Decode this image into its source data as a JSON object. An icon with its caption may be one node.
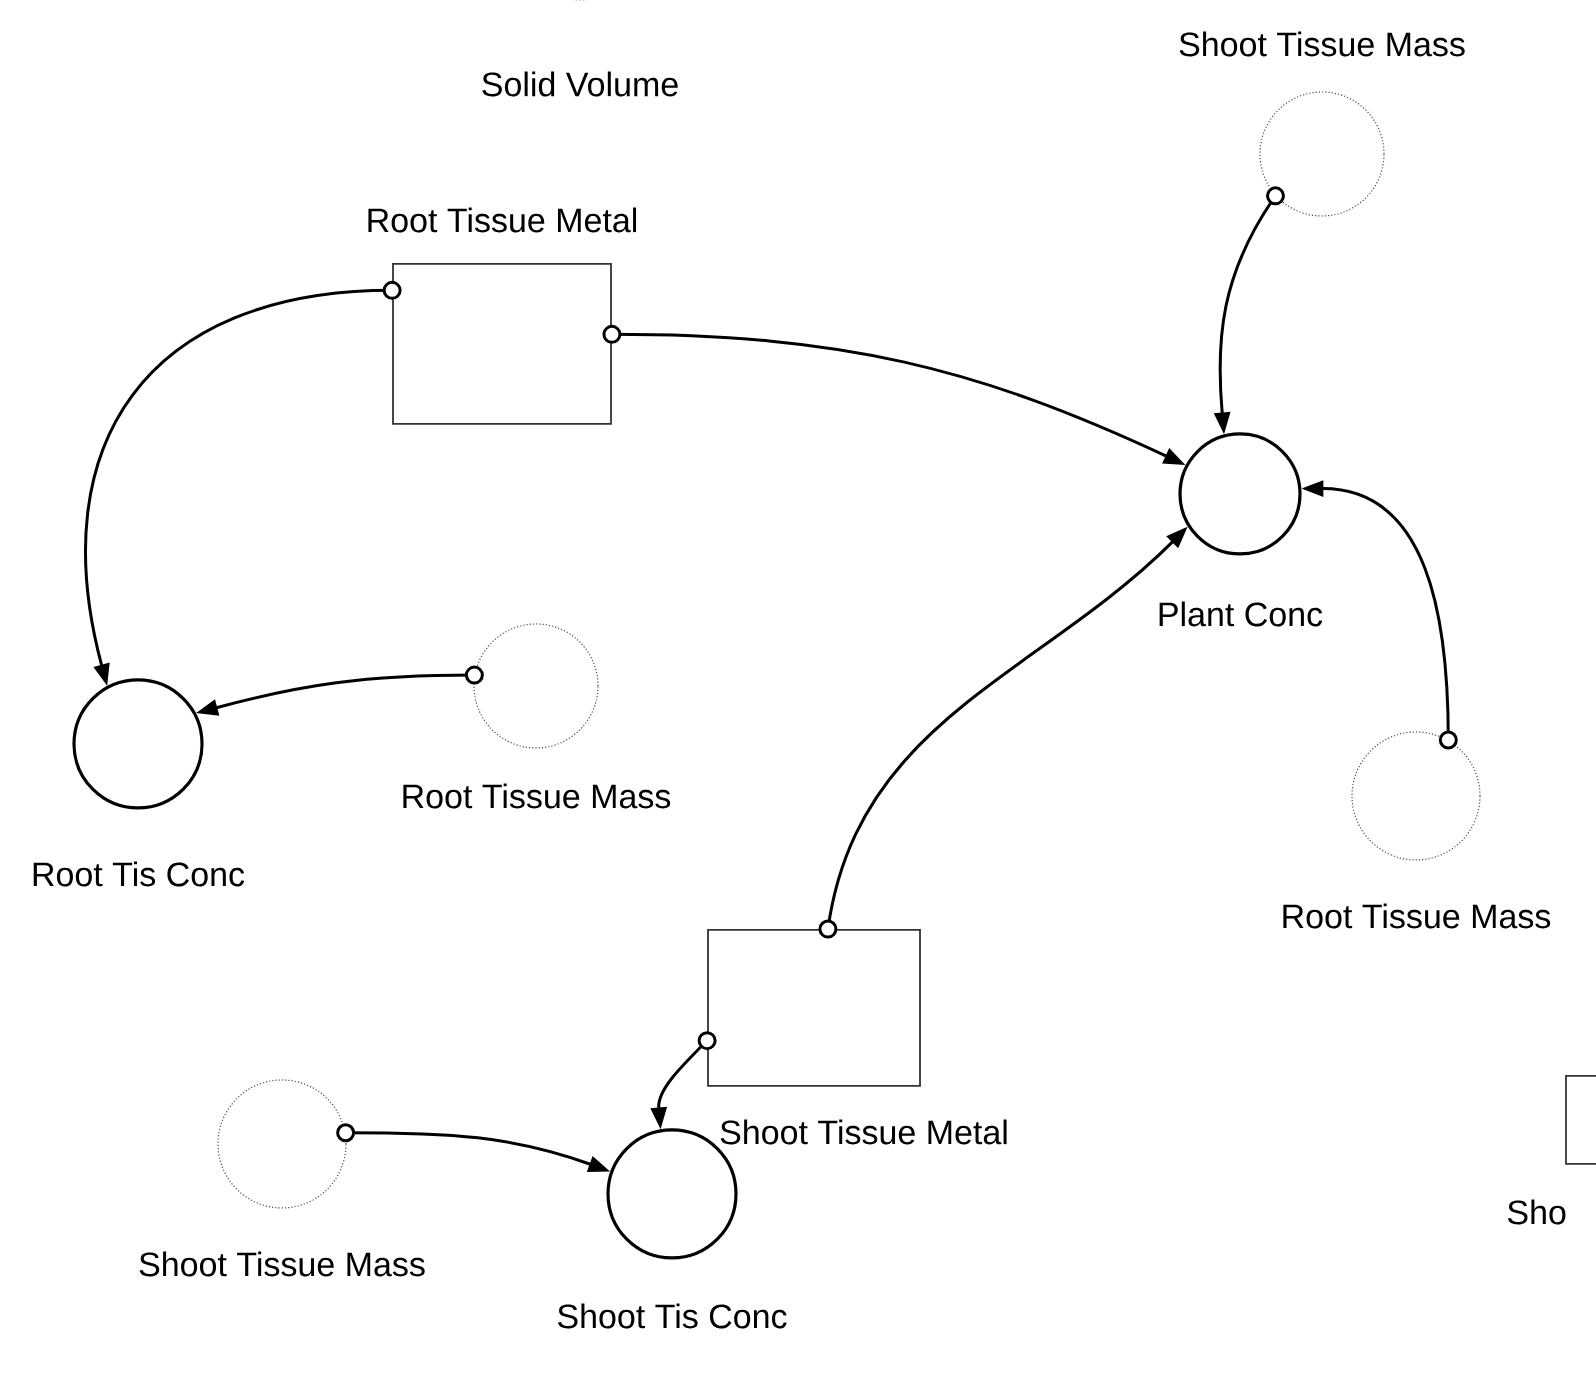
{
  "diagram": {
    "nodes": [
      {
        "text": [
          "Solid Volume"
        ]
      },
      {
        "text": [
          "Shoot Tissue Mass"
        ]
      },
      {
        "text": [
          "Root Tissue Metal"
        ]
      },
      {
        "text": [
          "Plant Conc"
        ]
      },
      {
        "text": [
          "Root Tis Conc"
        ]
      },
      {
        "text": [
          "Root Tissue Mass"
        ]
      },
      {
        "text": [
          "Root Tissue Mass"
        ]
      },
      {
        "text": [
          "Shoot Tissue Metal"
        ]
      },
      {
        "text": [
          "Sho"
        ]
      },
      {
        "text": [
          "Shoot Tissue Mass"
        ]
      },
      {
        "text": [
          "Shoot Tis Conc"
        ]
      }
    ],
    "edges": [
      {
        "from": 2,
        "to": 4,
        "arrow": "to"
      },
      {
        "from": 5,
        "to": 4,
        "arrow": "to"
      },
      {
        "from": 2,
        "to": 3,
        "arrow": "to"
      },
      {
        "from": 1,
        "to": 3,
        "arrow": "to"
      },
      {
        "from": 6,
        "to": 3,
        "arrow": "to"
      },
      {
        "from": 7,
        "to": 3,
        "arrow": "to"
      },
      {
        "from": 7,
        "to": 10,
        "arrow": "to"
      },
      {
        "from": 9,
        "to": 10,
        "arrow": "to"
      }
    ]
  }
}
